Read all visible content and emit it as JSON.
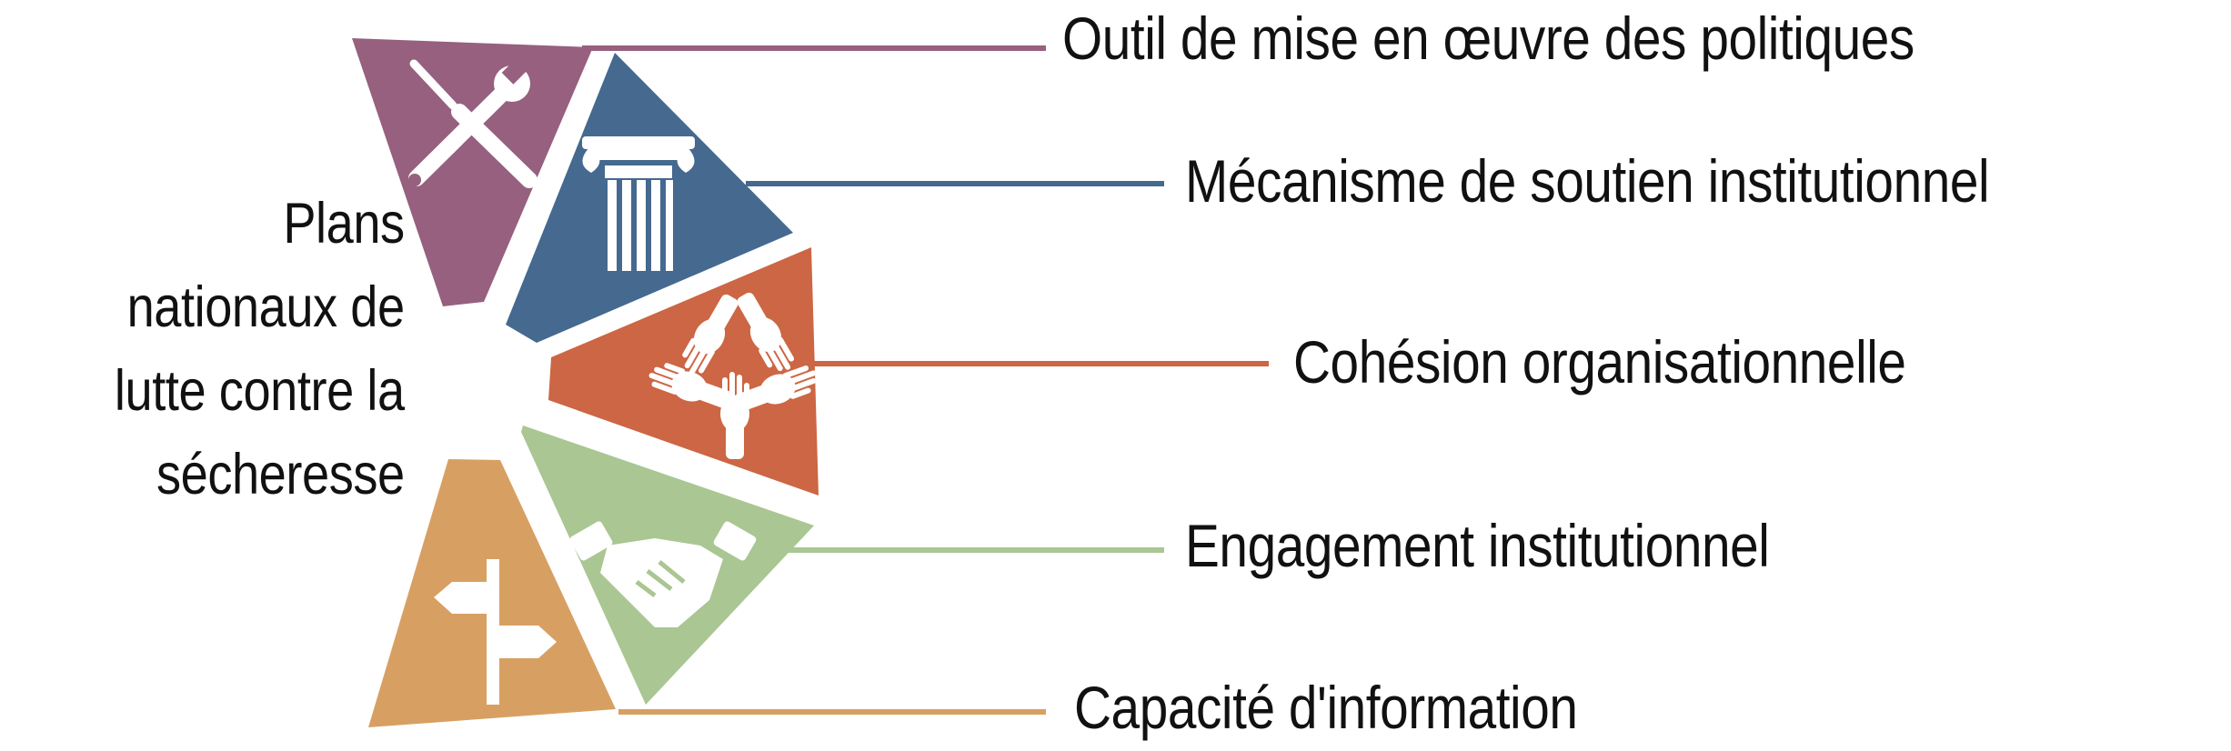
{
  "center_title": {
    "line1": "Plans",
    "line2": "nationaux de",
    "line3": "lutte contre la",
    "line4": "sécheresse"
  },
  "segments": [
    {
      "label": "Outil de mise en œuvre des politiques",
      "color": "#96607e",
      "icon": "tools-icon"
    },
    {
      "label": "Mécanisme de soutien institutionnel",
      "color": "#45698f",
      "icon": "column-icon"
    },
    {
      "label": "Cohésion organisationnelle",
      "color": "#cc6644",
      "icon": "hands-circle-icon"
    },
    {
      "label": "Engagement institutionnel",
      "color": "#a9c693",
      "icon": "handshake-icon"
    },
    {
      "label": "Capacité d'information",
      "color": "#d7a062",
      "icon": "signpost-icon"
    }
  ]
}
